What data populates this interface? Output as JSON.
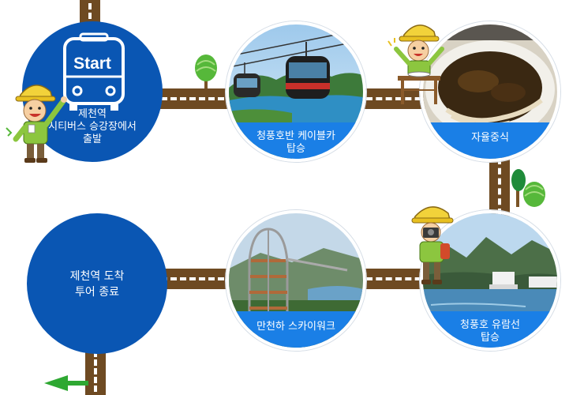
{
  "steps": {
    "start": {
      "badge": "Start",
      "line1": "제천역",
      "line2": "시티버스 승강장에서",
      "line3": "출발"
    },
    "cable": {
      "line1": "청풍호반 케이블카",
      "line2": "탑승"
    },
    "lunch": {
      "line1": "자율중식"
    },
    "cruise": {
      "line1": "청풍호 유람선",
      "line2": "탑승"
    },
    "sky": {
      "line1": "만천하 스카이워크"
    },
    "end": {
      "line1": "제천역 도착",
      "line2": "투어 종료"
    }
  },
  "icons": [
    "bus-icon",
    "tree-icon",
    "hiker-mascot-icon",
    "camera-mascot-icon",
    "arrow-left-icon"
  ],
  "colors": {
    "circle_blue": "#0a56b3",
    "band_blue": "#1a7fe6",
    "road_brown": "#6e4a22",
    "tree_green": "#56b83a",
    "arrow_green": "#2ea832"
  }
}
